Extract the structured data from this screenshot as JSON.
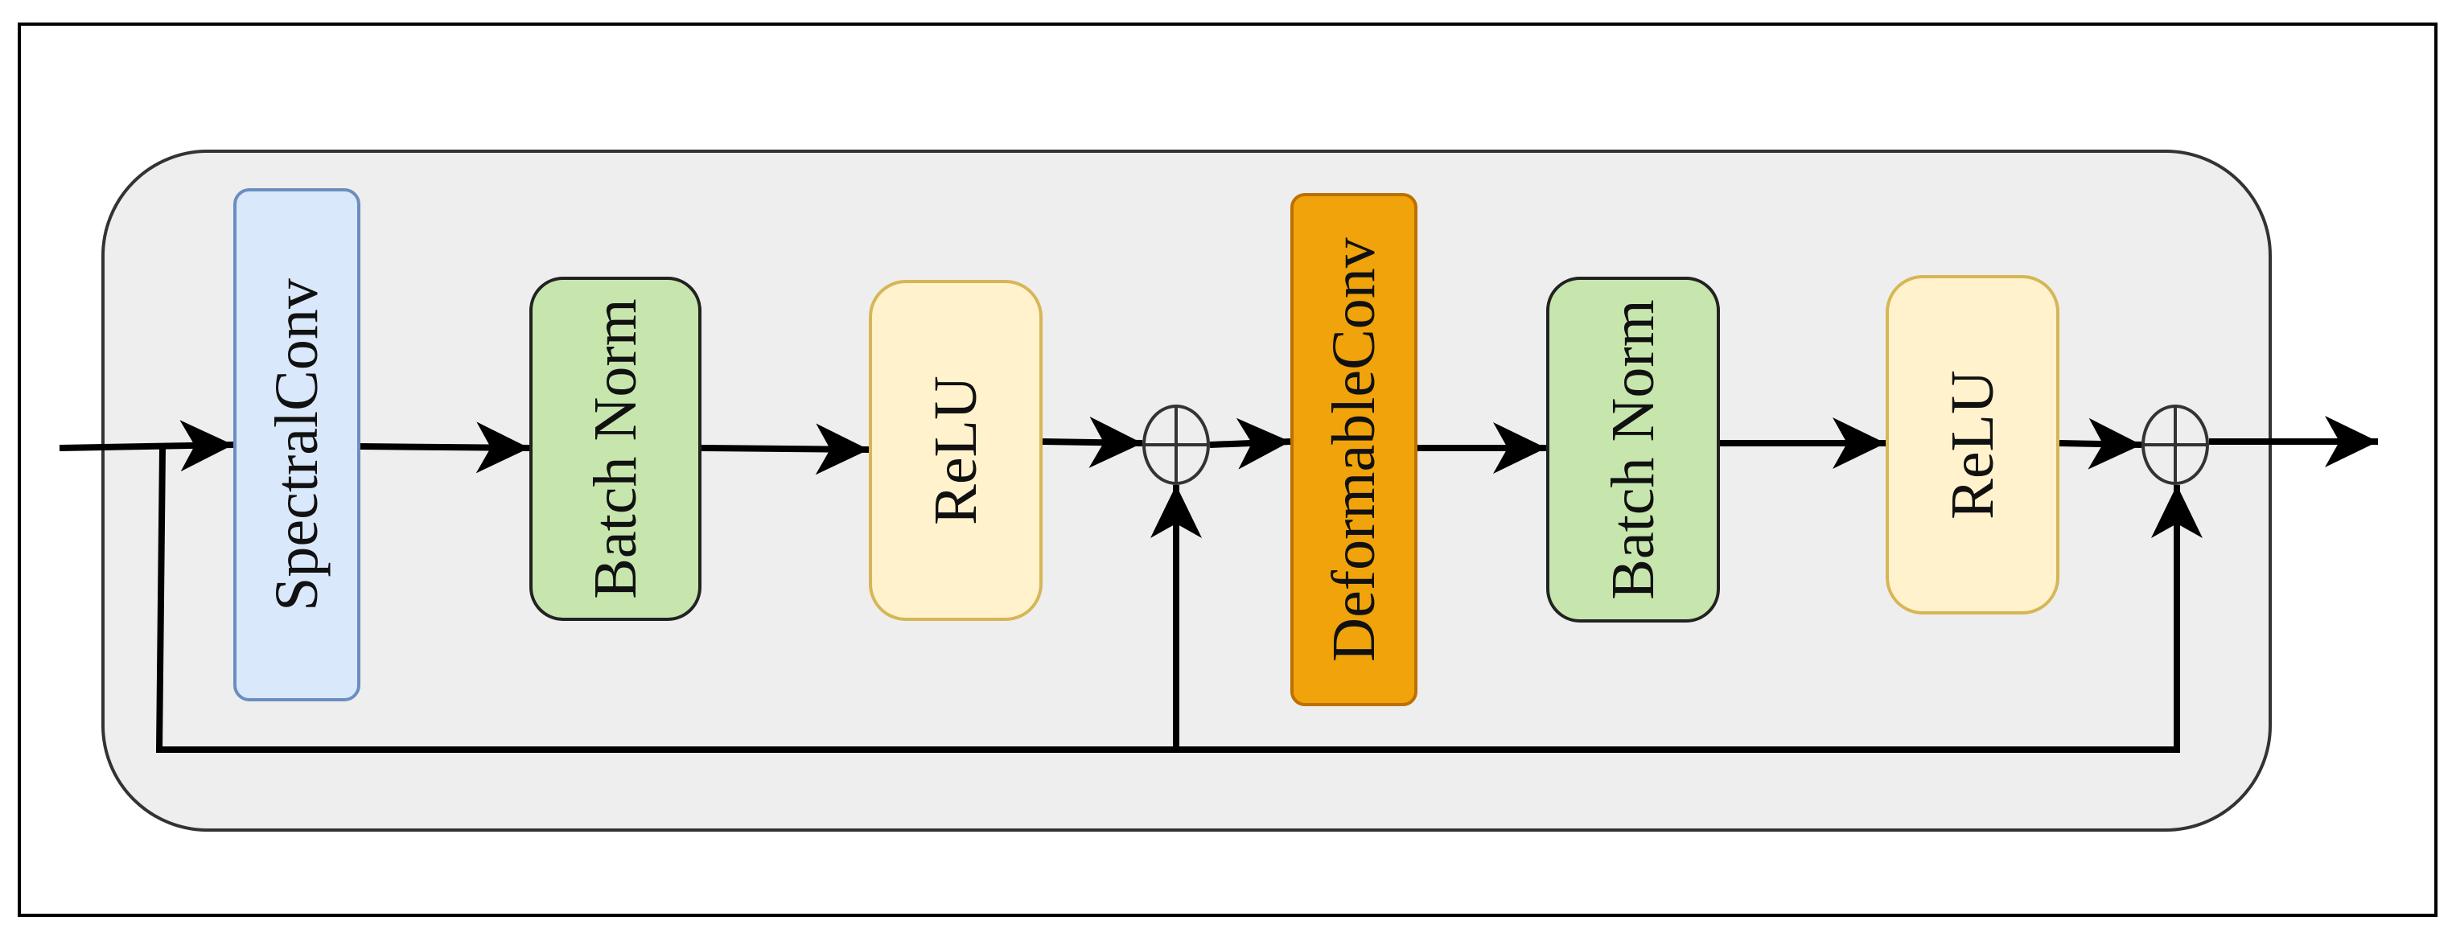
{
  "diagram": {
    "blocks": [
      {
        "id": "spectral-conv",
        "label": "SpectralConv",
        "fill": "#dae8fc",
        "stroke": "#6c8ebf"
      },
      {
        "id": "batch-norm-1",
        "label": "Batch Norm",
        "fill": "#c6e6ad",
        "stroke": "#222222"
      },
      {
        "id": "relu-1",
        "label": "ReLU",
        "fill": "#fff2cc",
        "stroke": "#d6b656"
      },
      {
        "id": "deformable-conv",
        "label": "DeformableConv",
        "fill": "#f0a30a",
        "stroke": "#bd7000"
      },
      {
        "id": "batch-norm-2",
        "label": "Batch Norm",
        "fill": "#c6e6ad",
        "stroke": "#222222"
      },
      {
        "id": "relu-2",
        "label": "ReLU",
        "fill": "#fff2cc",
        "stroke": "#d6b656"
      }
    ],
    "adders": [
      {
        "id": "adder-1",
        "symbol": "⊕"
      },
      {
        "id": "adder-2",
        "symbol": "⊕"
      }
    ],
    "colors": {
      "container_fill": "#eeeeee",
      "container_stroke": "#333333",
      "frame_stroke": "#000000",
      "connector": "#000000"
    }
  }
}
